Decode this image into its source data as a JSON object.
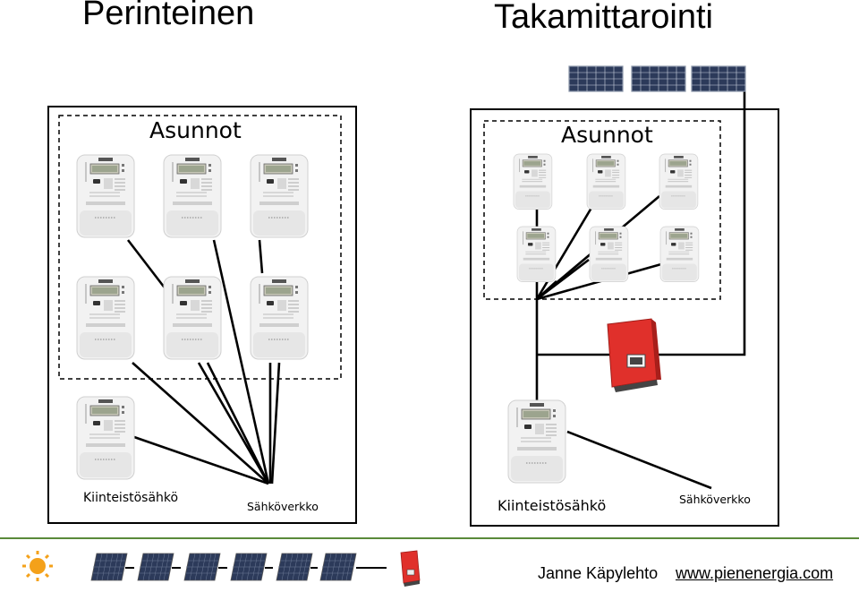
{
  "titles": {
    "left": "Perinteinen",
    "right": "Takamittarointi"
  },
  "left": {
    "apartments_label": "Asunnot",
    "property_label": "Kiinteistösähkö",
    "grid_label": "Sähköverkko"
  },
  "right": {
    "apartments_label": "Asunnot",
    "property_label": "Kiinteistösähkö",
    "grid_label": "Sähköverkko"
  },
  "footer": {
    "author": "Janne Käpylehto",
    "url": "www.pienenergia.com"
  },
  "colors": {
    "inverter": "#e0302b",
    "panel": "#2c3a5a",
    "footer_line": "#5a8a3a",
    "sun": "#f4a11a"
  }
}
